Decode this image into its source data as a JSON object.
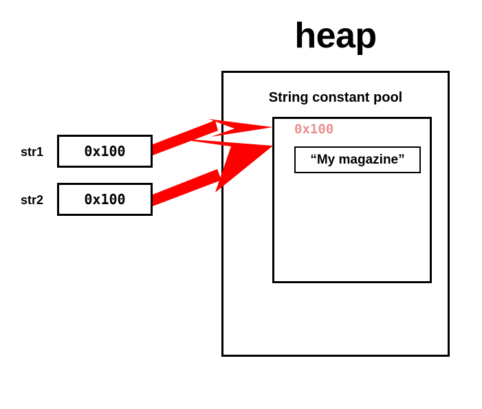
{
  "diagram": {
    "title": "heap",
    "background_color": "#ffffff",
    "border_color": "#000000",
    "arrow_color": "#ff0000",
    "address_color": "#e8918f"
  },
  "heap": {
    "label": "heap",
    "pool": {
      "title": "String constant pool",
      "address": "0x100",
      "value": "“My magazine”"
    }
  },
  "variables": [
    {
      "name": "str1",
      "value": "0x100"
    },
    {
      "name": "str2",
      "value": "0x100"
    }
  ],
  "arrows": [
    {
      "from": "str1",
      "to": "pool-address",
      "color": "#ff0000"
    },
    {
      "from": "str2",
      "to": "pool-address",
      "color": "#ff0000"
    }
  ]
}
